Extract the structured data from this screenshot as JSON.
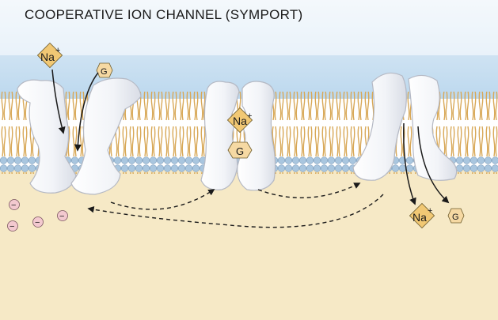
{
  "title": "COOPERATIVE ION CHANNEL (SYMPORT)",
  "labels": {
    "sodium": "Na",
    "sodium_charge": "+",
    "glucose": "G",
    "negative_charge": "−"
  },
  "colors": {
    "extracellular_top": "#e6f0f8",
    "extracellular_bottom": "#c0dbee",
    "cytoplasm": "#f6e9c6",
    "lipid_tail": "#d8a857",
    "lipid_head": "#a9c6df",
    "protein": "#f6f7fa",
    "sodium_marker": "#f1c874",
    "glucose_marker": "#f6d9a3",
    "negative_ion": "#f3c9cf"
  }
}
